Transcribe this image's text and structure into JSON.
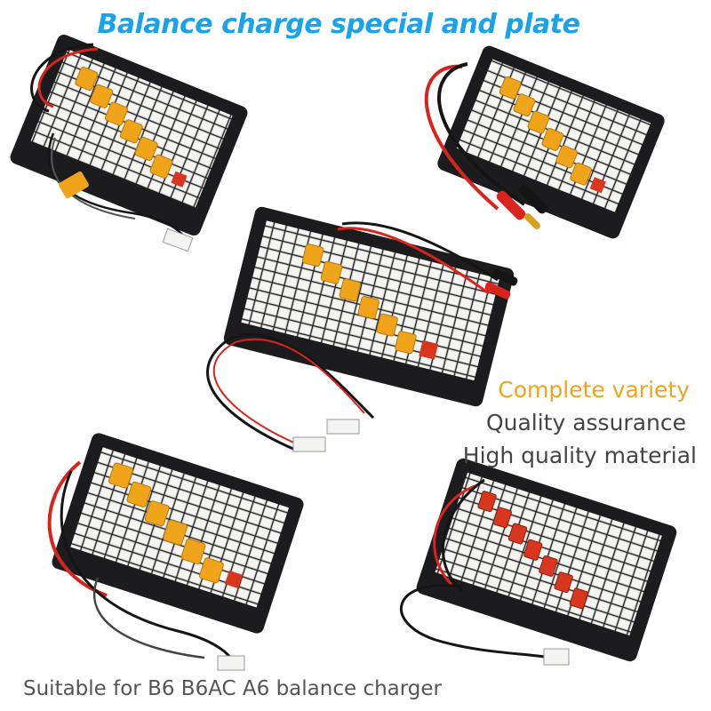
{
  "header": {
    "title": "Balance charge special and plate"
  },
  "features": [
    {
      "text": "Complete variety",
      "color": "#f0a419"
    },
    {
      "text": "Quality assurance",
      "color": "#444444"
    },
    {
      "text": "High quality material",
      "color": "#444444"
    }
  ],
  "footer": {
    "caption": "Suitable for B6 B6AC A6 balance charger"
  },
  "products": [
    {
      "name": "xt60-parallel-board-with-xt60-lead",
      "plug_color": "#f0a419"
    },
    {
      "name": "xt60-parallel-board-with-banana-lead",
      "plug_color": "#f0a419"
    },
    {
      "name": "xt60-parallel-board-center",
      "plug_color": "#f0a419"
    },
    {
      "name": "xt60-parallel-board-bottom-left",
      "plug_color": "#f0a419"
    },
    {
      "name": "t-plug-parallel-board",
      "plug_color": "#d9361e"
    }
  ],
  "colors": {
    "board": "#1c1c1e",
    "socket": "#f4f4f2",
    "wire_red": "#d8241c",
    "wire_black": "#151515",
    "accent": "#1aa3e8"
  }
}
